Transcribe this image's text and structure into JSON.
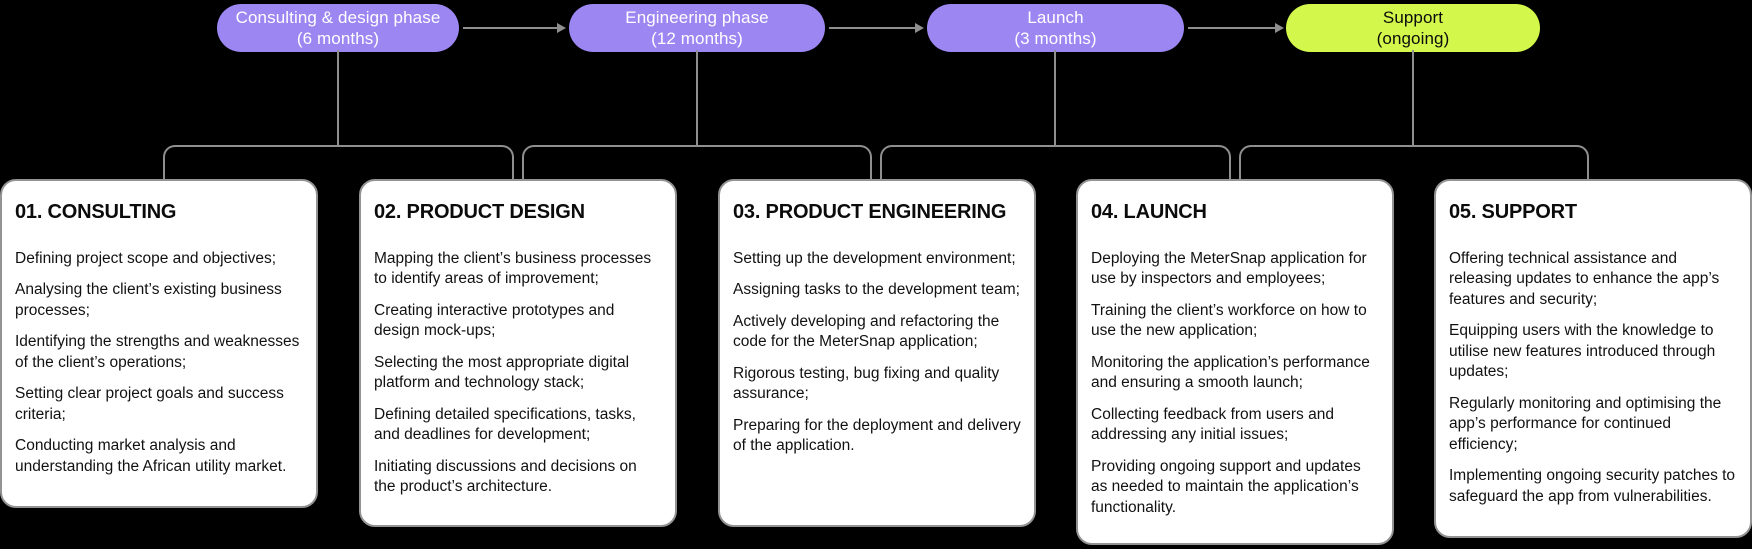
{
  "phases": [
    {
      "name": "Consulting & design phase",
      "duration": "(6 months)"
    },
    {
      "name": "Engineering phase",
      "duration": "(12 months)"
    },
    {
      "name": "Launch",
      "duration": "(3 months)"
    },
    {
      "name": "Support",
      "duration": "(ongoing)"
    }
  ],
  "cards": [
    {
      "heading": "01. CONSULTING",
      "items": [
        "Defining project scope and objectives;",
        "Analysing the client’s existing business processes;",
        "Identifying the strengths and weaknesses of the client’s operations;",
        "Setting clear project goals and success criteria;",
        "Conducting market analysis and understanding the African utility market."
      ]
    },
    {
      "heading": "02. PRODUCT DESIGN",
      "items": [
        "Mapping the client’s business processes to identify areas of improvement;",
        "Creating interactive prototypes and design mock-ups;",
        "Selecting the most appropriate digital platform and technology stack;",
        "Defining detailed specifications, tasks, and deadlines for development;",
        "Initiating discussions and decisions on the product’s architecture."
      ]
    },
    {
      "heading": "03. PRODUCT ENGINEERING",
      "items": [
        "Setting up the development environment;",
        "Assigning tasks to the development team;",
        "Actively developing and refactoring the code for the MeterSnap application;",
        "Rigorous testing, bug fixing and quality assurance;",
        "Preparing for the deployment and delivery of the application."
      ]
    },
    {
      "heading": "04. LAUNCH",
      "items": [
        "Deploying the MeterSnap application for use by inspectors and employees;",
        "Training the client’s workforce on how to use the new application;",
        "Monitoring the application’s performance and ensuring a smooth launch;",
        "Collecting feedback from users and addressing any initial issues;",
        "Providing ongoing support and updates as needed to maintain the application’s functionality."
      ]
    },
    {
      "heading": "05. SUPPORT",
      "items": [
        "Offering technical assistance and releasing updates to enhance the app’s features and security;",
        "Equipping users with the knowledge to utilise new features introduced through updates;",
        "Regularly monitoring and optimising the app’s performance for continued efficiency;",
        "Implementing ongoing security patches to safeguard the app from vulnerabilities."
      ]
    }
  ],
  "colors": {
    "background": "#000000",
    "phase_purple": "#9b86f2",
    "phase_lime": "#d3f74b",
    "phase_text_light": "#ffffff",
    "phase_text_dark": "#0c0c0c",
    "connector": "#8f8f8f",
    "card_background": "#ffffff",
    "card_border": "#939393",
    "card_text": "#111111"
  }
}
